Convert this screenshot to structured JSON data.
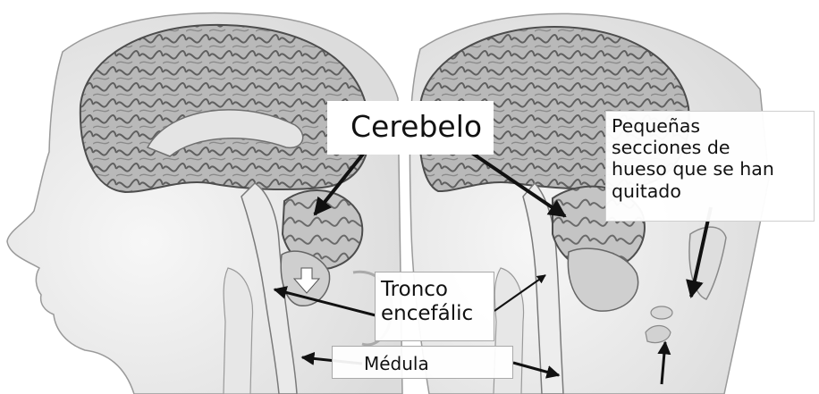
{
  "labels": {
    "cerebelo": "Cerebelo",
    "secciones": [
      "Pequeñas",
      "secciones de",
      "hueso que se han",
      "quitado"
    ],
    "tronco": [
      "Tronco",
      "encefálic"
    ],
    "medula": "Médula"
  },
  "colors": {
    "arrow": "#111111",
    "skin": "#f2f2f2",
    "brain": "#bdbdbd",
    "brain_dark": "#6e6e6e",
    "tissue": "#d6d6d6"
  }
}
